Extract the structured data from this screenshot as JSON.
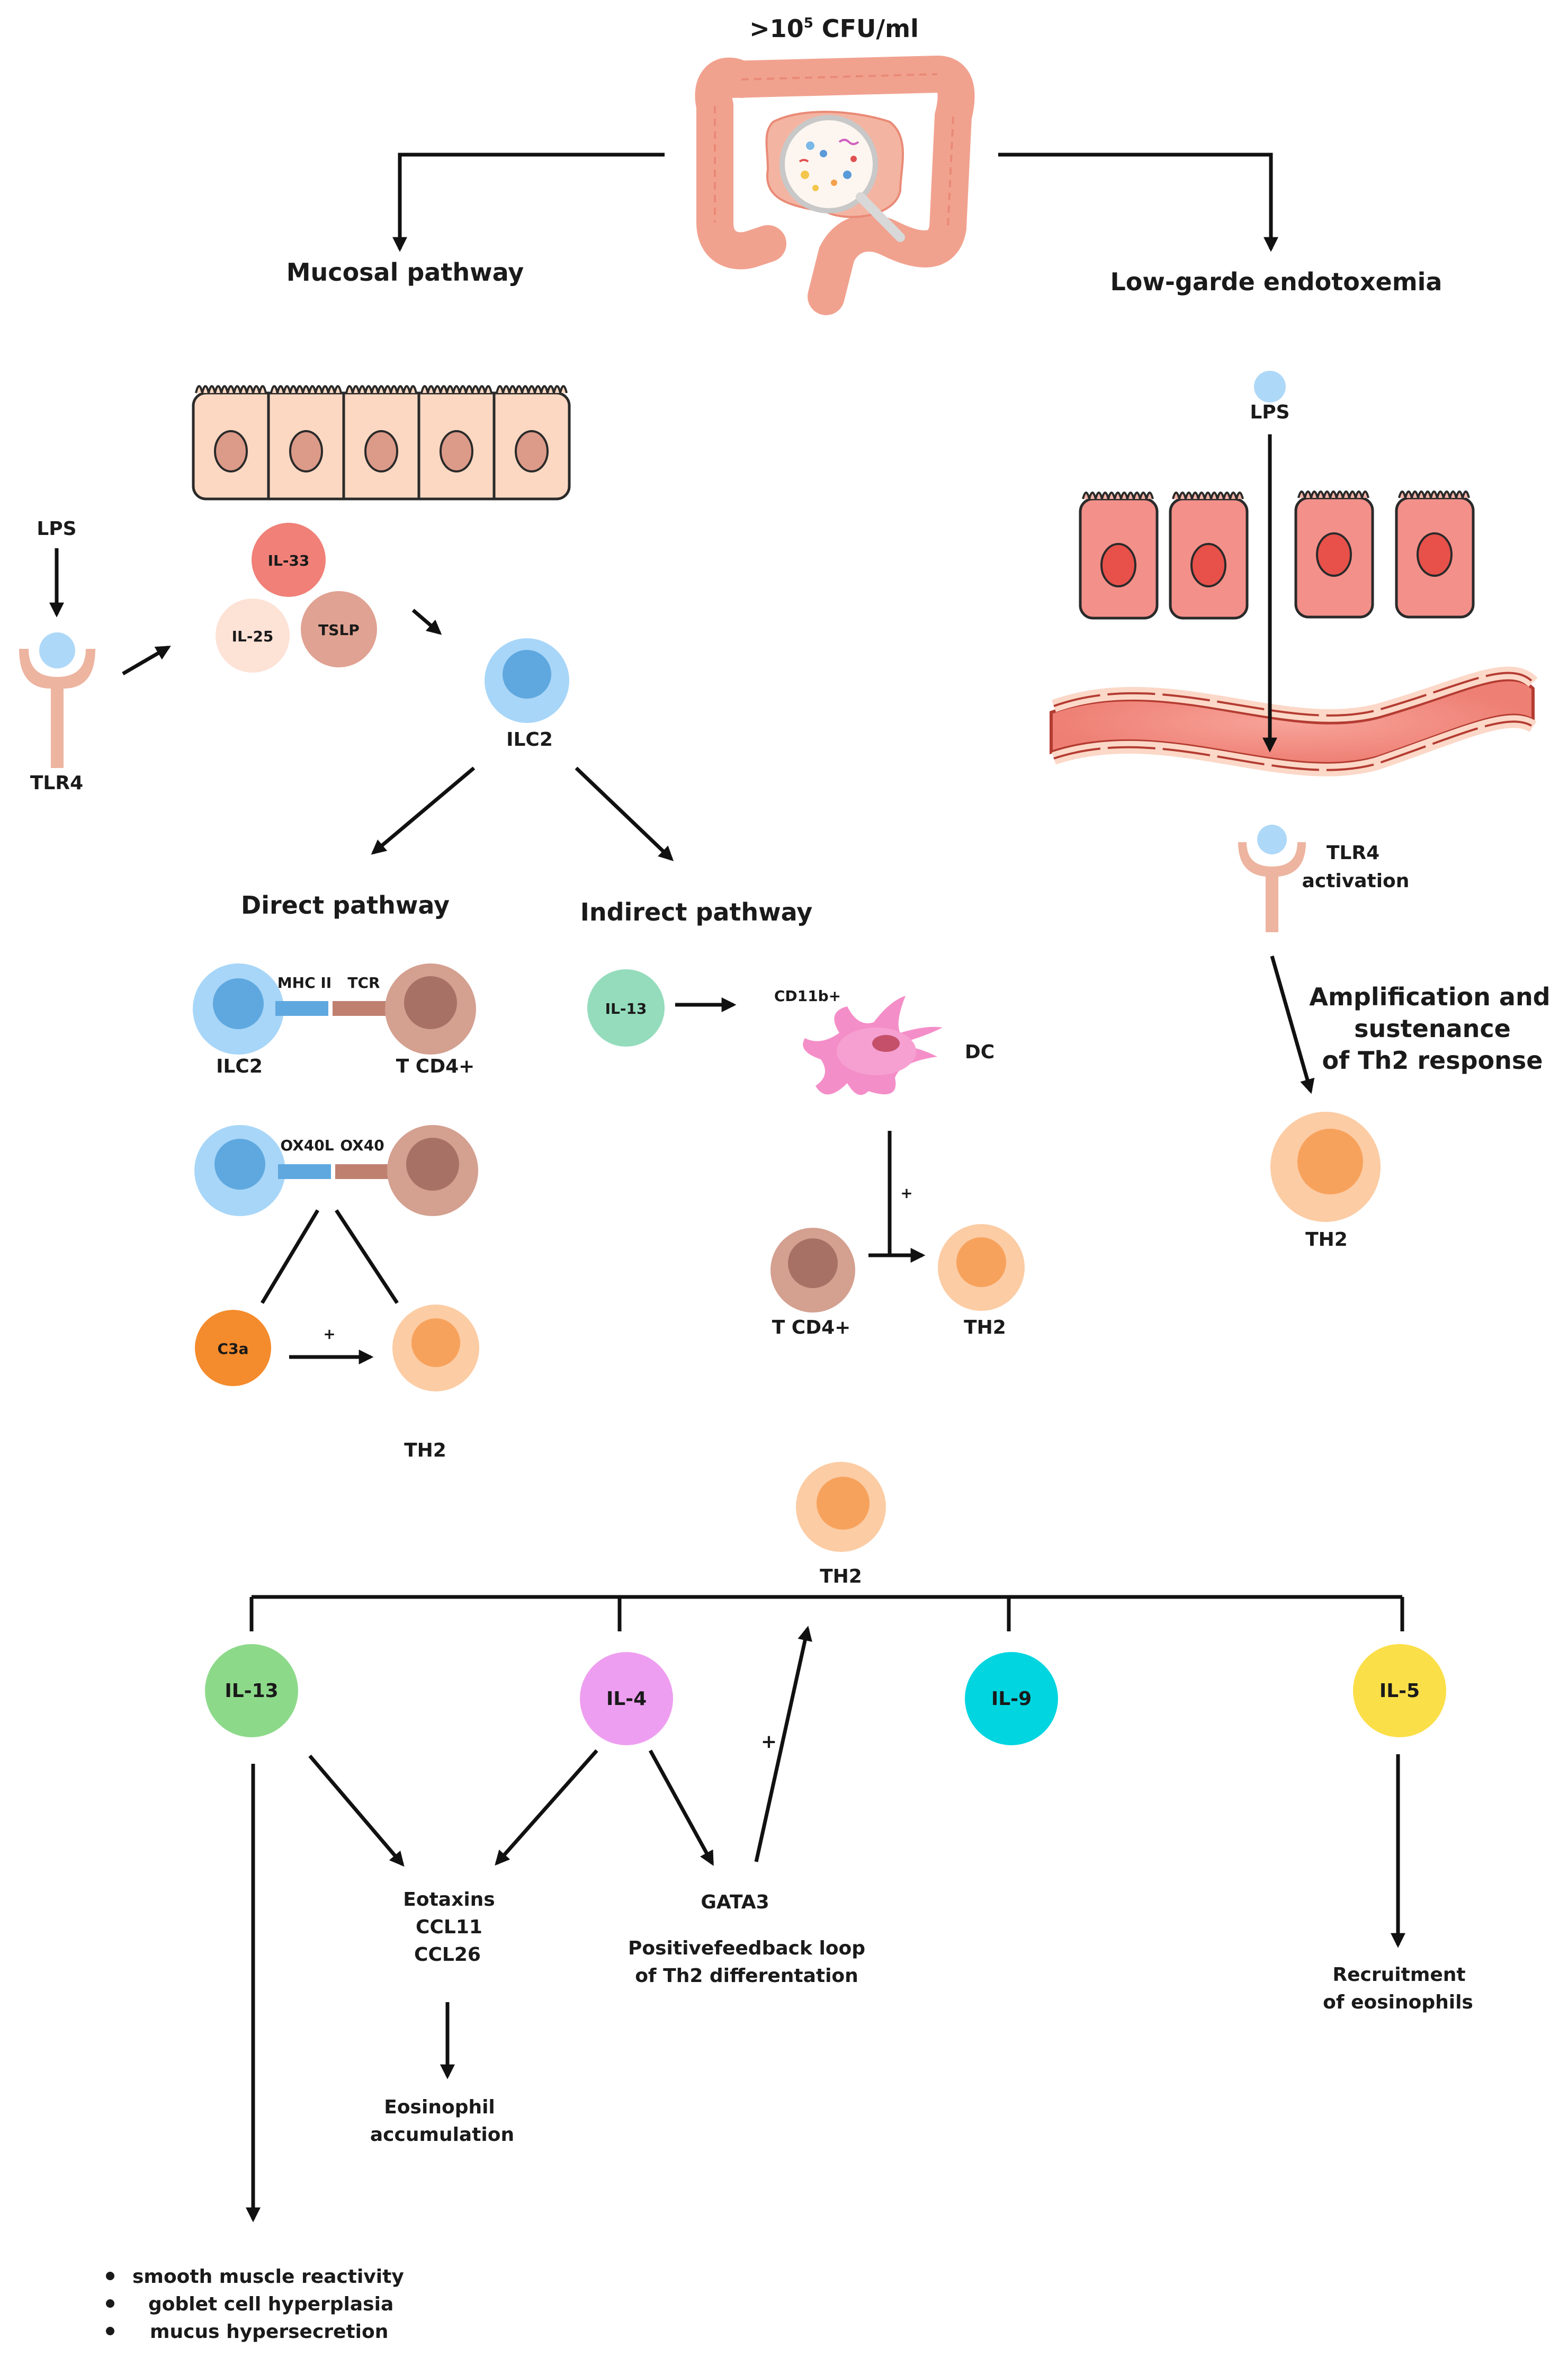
{
  "top": {
    "cfu_base": ">10",
    "cfu_exp": "5",
    "cfu_unit": " CFU/ml"
  },
  "mucosal": {
    "title": "Mucosal pathway",
    "lps": "LPS",
    "tlr4": "TLR4",
    "il33": "IL-33",
    "il25": "IL-25",
    "tslp": "TSLP",
    "ilc2": "ILC2"
  },
  "direct": {
    "title": "Direct pathway",
    "mhc2": "MHC II",
    "tcr": "TCR",
    "ilc2": "ILC2",
    "tcd4": "T CD4+",
    "ox40l": "OX40L",
    "ox40": "OX40",
    "c3a": "C3a",
    "plus": "+",
    "th2": "TH2"
  },
  "indirect": {
    "title": "Indirect pathway",
    "il13": "IL-13",
    "cd11b": "CD11b+",
    "dc": "DC",
    "plus": "+",
    "tcd4": "T CD4+",
    "th2": "TH2"
  },
  "endotoxemia": {
    "title": "Low-garde endotoxemia",
    "lps": "LPS",
    "tlr4_line1": "TLR4",
    "tlr4_line2": "activation",
    "amp_line1": "Amplification and",
    "amp_line2": "sustenance",
    "amp_line3": "of Th2 response",
    "th2": "TH2"
  },
  "bottom": {
    "th2": "TH2",
    "il13": "IL-13",
    "il4": "IL-4",
    "il9": "IL-9",
    "il5": "IL-5",
    "eotaxins_1": "Eotaxins",
    "eotaxins_2": "CCL11",
    "eotaxins_3": "CCL26",
    "eos_accum_1": "Eosinophil",
    "eos_accum_2": "accumulation",
    "gata3": "GATA3",
    "feedback_1": "Positivefeedback loop",
    "feedback_2": "of Th2 differentation",
    "plus": "+",
    "recruit_1": "Recruitment",
    "recruit_2": "of eosinophils",
    "bullets": [
      "smooth muscle reactivity",
      "goblet cell hyperplasia",
      "mucus hypersecretion"
    ]
  },
  "colors": {
    "il13_bottom": "#8dd98a",
    "il4": "#ee9ef0",
    "il9": "#00d5e0",
    "il5": "#fbdf48",
    "ilc2": "#a8d6f8",
    "tcd4": "#d4a090",
    "th2": "#fccca4",
    "c3a": "#f48b2c",
    "il33": "#f08078",
    "il25": "#fde2d6",
    "tslp": "#e0a292",
    "il13_mid": "#94dcbc"
  }
}
